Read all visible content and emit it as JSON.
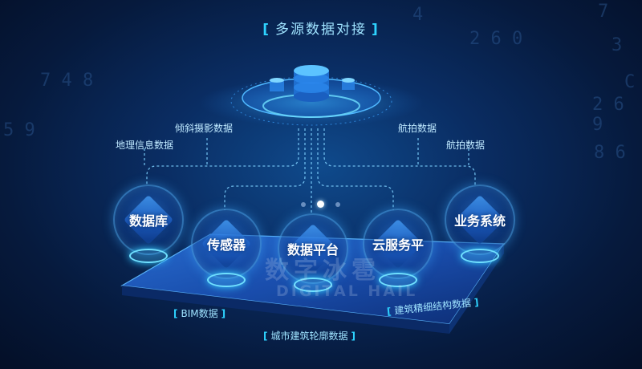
{
  "title": "多源数据对接",
  "source_labels": [
    "地理信息数据",
    "倾斜摄影数据",
    "航拍数据",
    "航拍数据"
  ],
  "nodes": [
    "数据库",
    "传感器",
    "数据平台",
    "云服务平",
    "业务系统"
  ],
  "bottom_labels": [
    "BIM数据",
    "城市建筑轮廓数据",
    "建筑精细结构数据"
  ],
  "watermark": {
    "cn": "数字冰雹",
    "en": "DIGITAL HAIL"
  },
  "bg_digits": [
    "4",
    "7",
    "7 4 8",
    "5 9",
    "2 6 0",
    "3",
    "C",
    "2 6 9",
    "8 6"
  ],
  "carousel": {
    "count": 3,
    "active_index": 1
  },
  "colors": {
    "background": "#061a3d",
    "accent": "#2ed3ff",
    "glow": "#6fe0ff",
    "text": "#ffffff"
  }
}
